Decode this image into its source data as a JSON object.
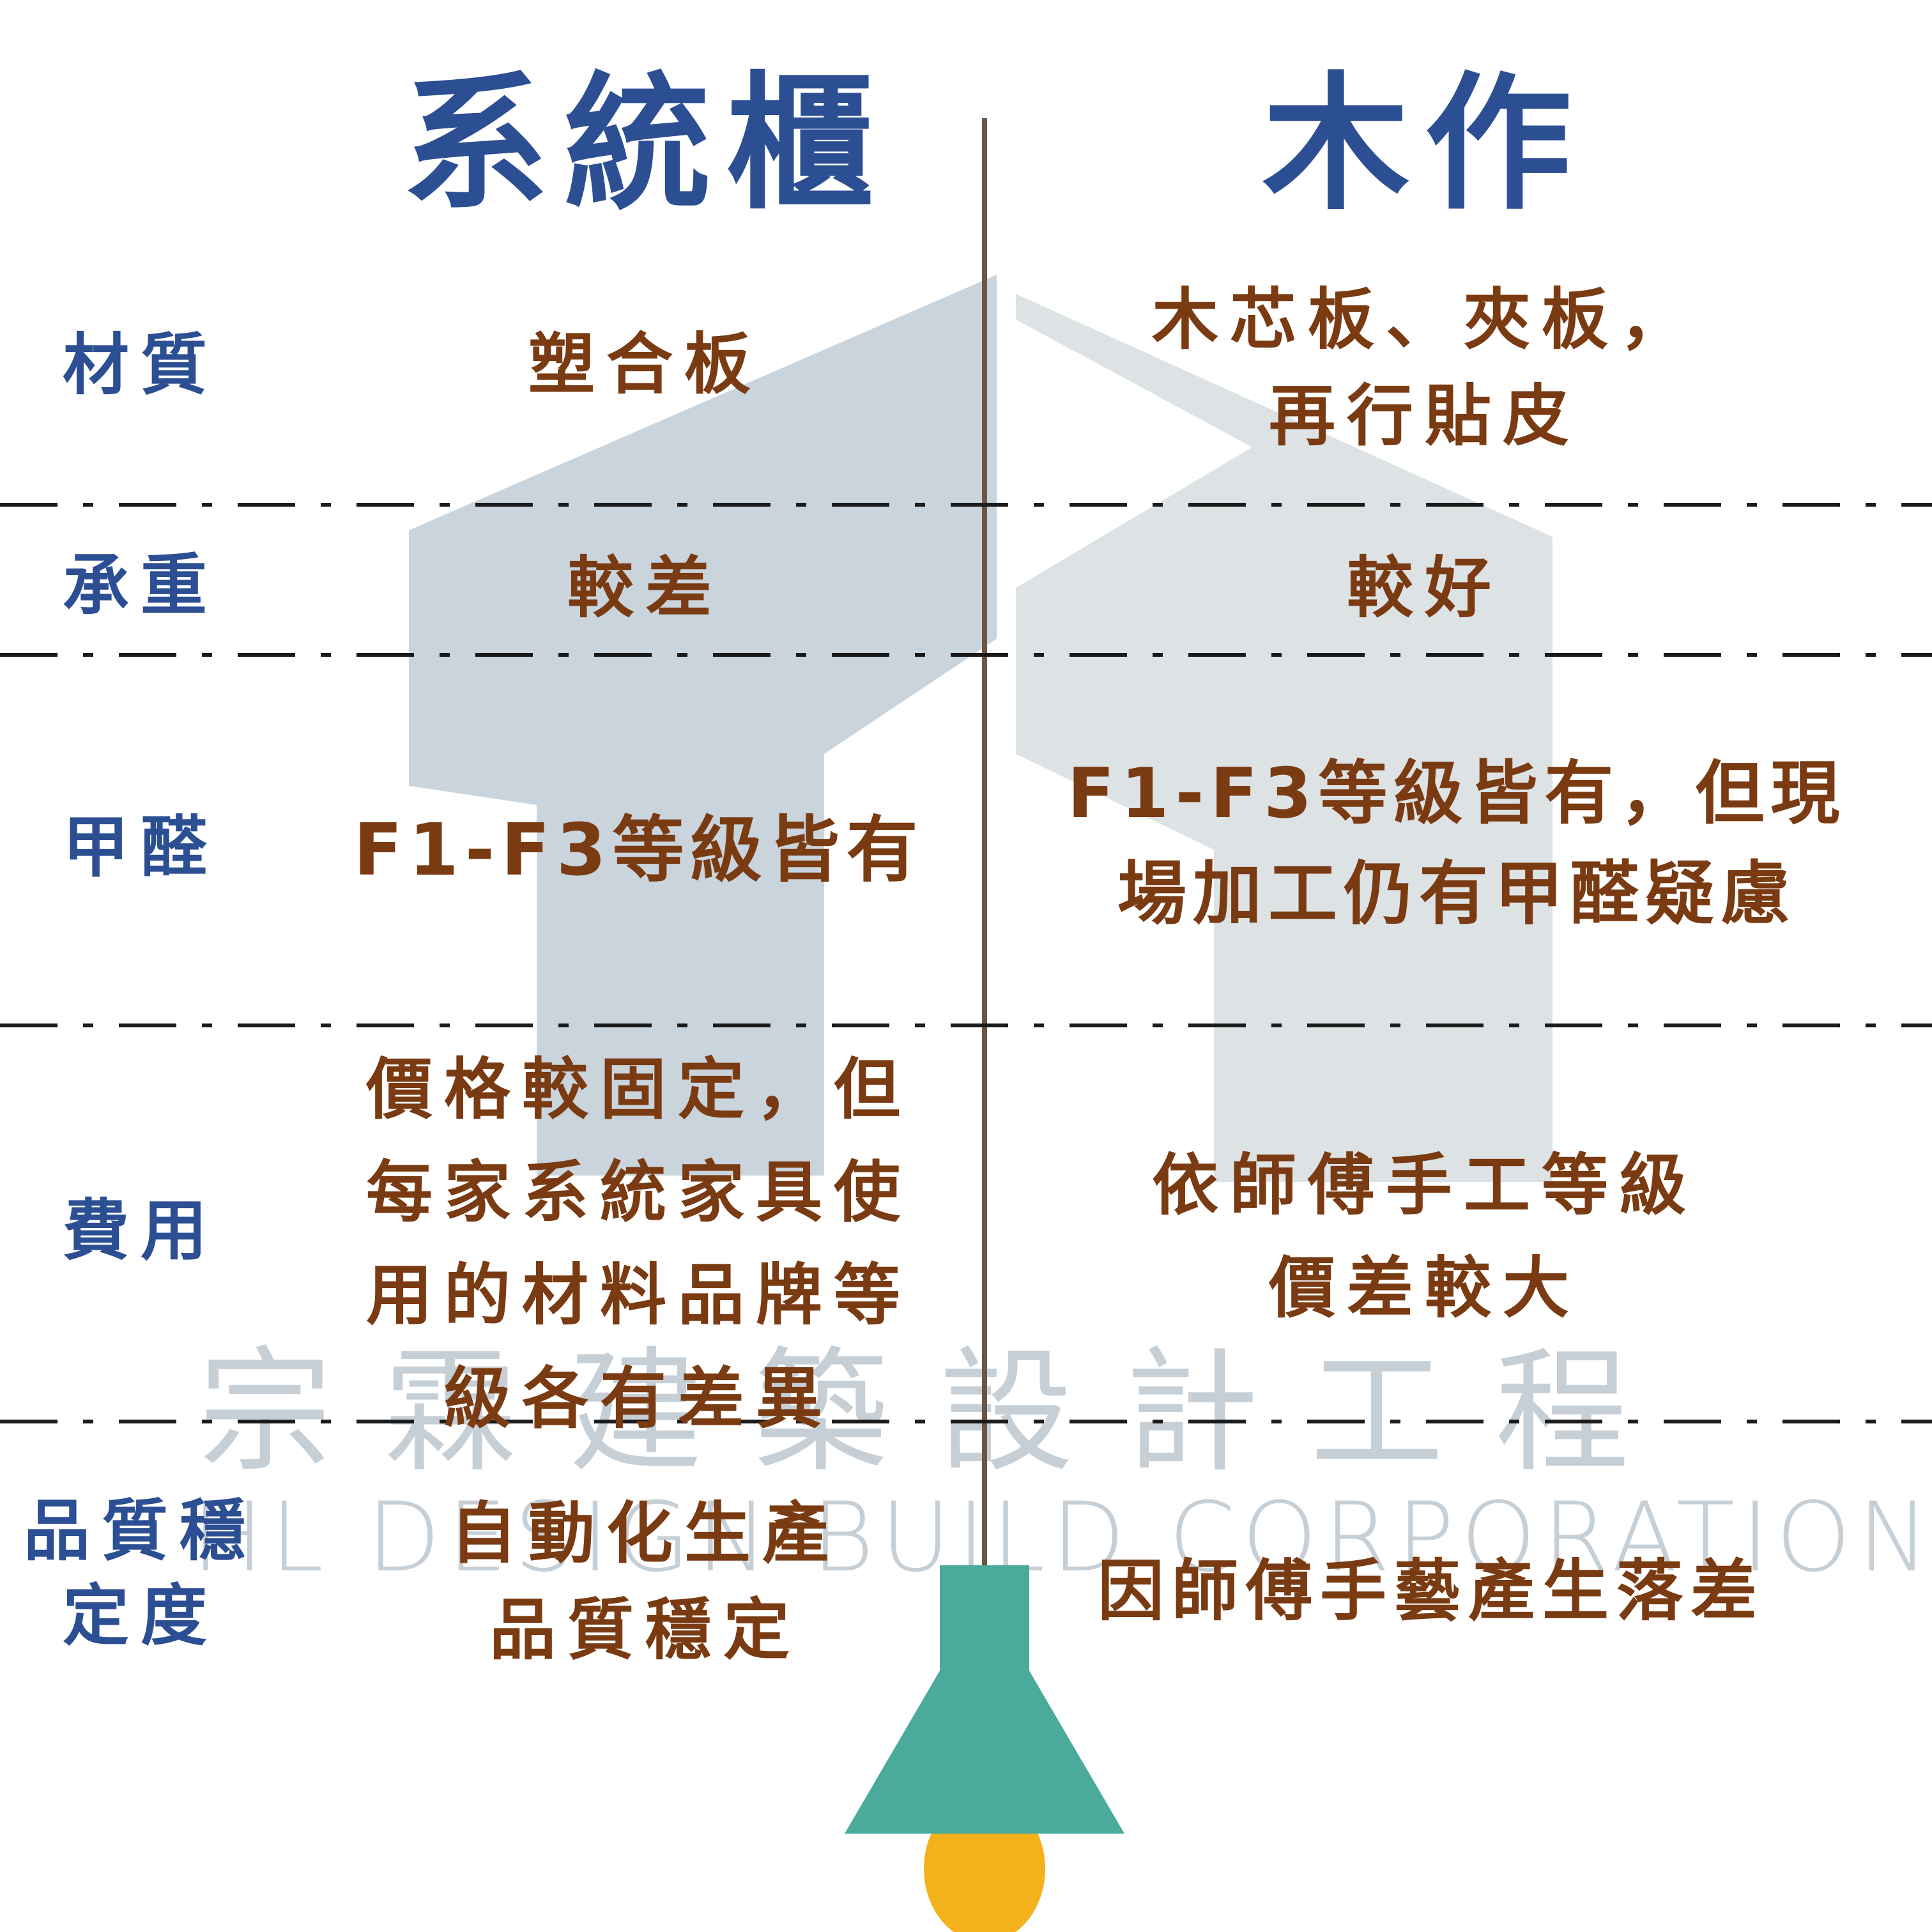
{
  "colors": {
    "header": "#2c4f93",
    "label": "#2c4f93",
    "value": "#7a3b12",
    "divider": "#1a1a1a",
    "pole": "#6b5646",
    "watermark_shape_a": "#c9d4dd",
    "watermark_shape_b": "#dde2e5",
    "watermark_text": "#c6cfd6",
    "lamp_shade": "#4aaa9c",
    "lamp_bulb": "#f3b21b"
  },
  "headers": {
    "left": "系統櫃",
    "right": "木作"
  },
  "rows": [
    {
      "label": [
        "材質"
      ],
      "left": [
        "塑合板"
      ],
      "right": [
        "木芯板、夾板，",
        "再行貼皮"
      ]
    },
    {
      "label": [
        "承重"
      ],
      "left": [
        "較差"
      ],
      "right": [
        "較好"
      ]
    },
    {
      "label": [
        "甲醛"
      ],
      "left": [
        "F1-F3等級皆有"
      ],
      "right": [
        "F1-F3等級皆有，但現",
        "場加工仍有甲醛疑慮"
      ]
    },
    {
      "label": [
        "費用"
      ],
      "left": [
        "價格較固定，但",
        "每家系統家具使",
        "用的材料品牌等",
        "級各有差異"
      ],
      "right": [
        "依師傅手工等級",
        "價差較大"
      ]
    },
    {
      "label": [
        "品質穩",
        "定度"
      ],
      "left": [
        "自動化生產",
        "品質穩定"
      ],
      "right": [
        "因師傅手藝產生落差"
      ]
    }
  ],
  "watermark": {
    "chinese": "宗霖建築設計工程",
    "english": "HL DESIGN BUILD CORPORATION"
  }
}
